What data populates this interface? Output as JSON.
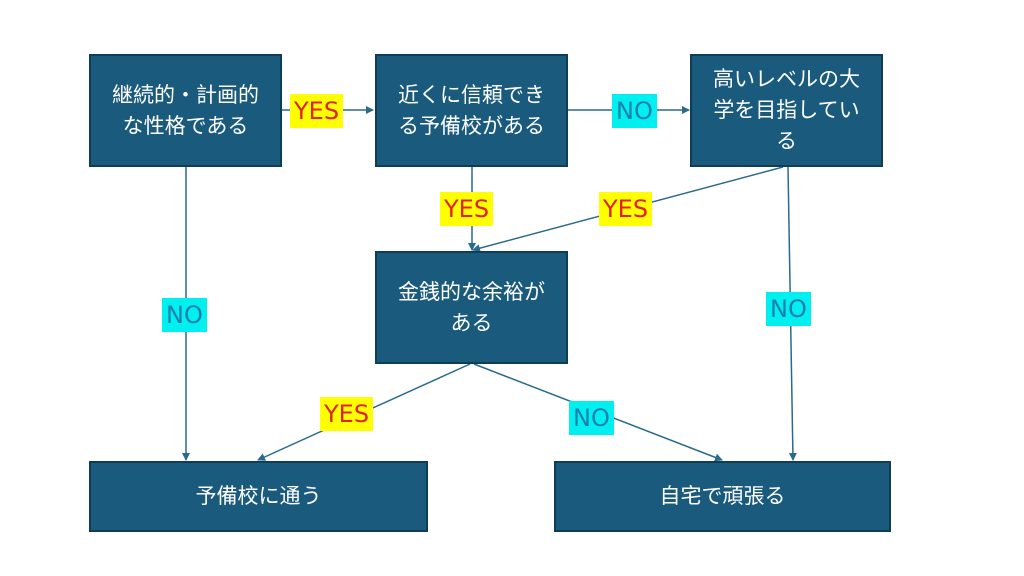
{
  "nodes": {
    "continuous": "継続的・計画的な性格である",
    "trusted_school": "近くに信頼できる予備校がある",
    "high_level": "高いレベルの大学を目指している",
    "money": "金銭的な余裕がある",
    "go_school": "予備校に通う",
    "study_home": "自宅で頑張る"
  },
  "labels": {
    "yes": "YES",
    "no": "NO"
  },
  "colors": {
    "node_fill": "#1a5a7d",
    "yes_bg": "#ffff00",
    "yes_text": "#e0202a",
    "no_bg": "#00f0f0",
    "no_text": "#1a7fb0",
    "line": "#2a6a8c"
  }
}
